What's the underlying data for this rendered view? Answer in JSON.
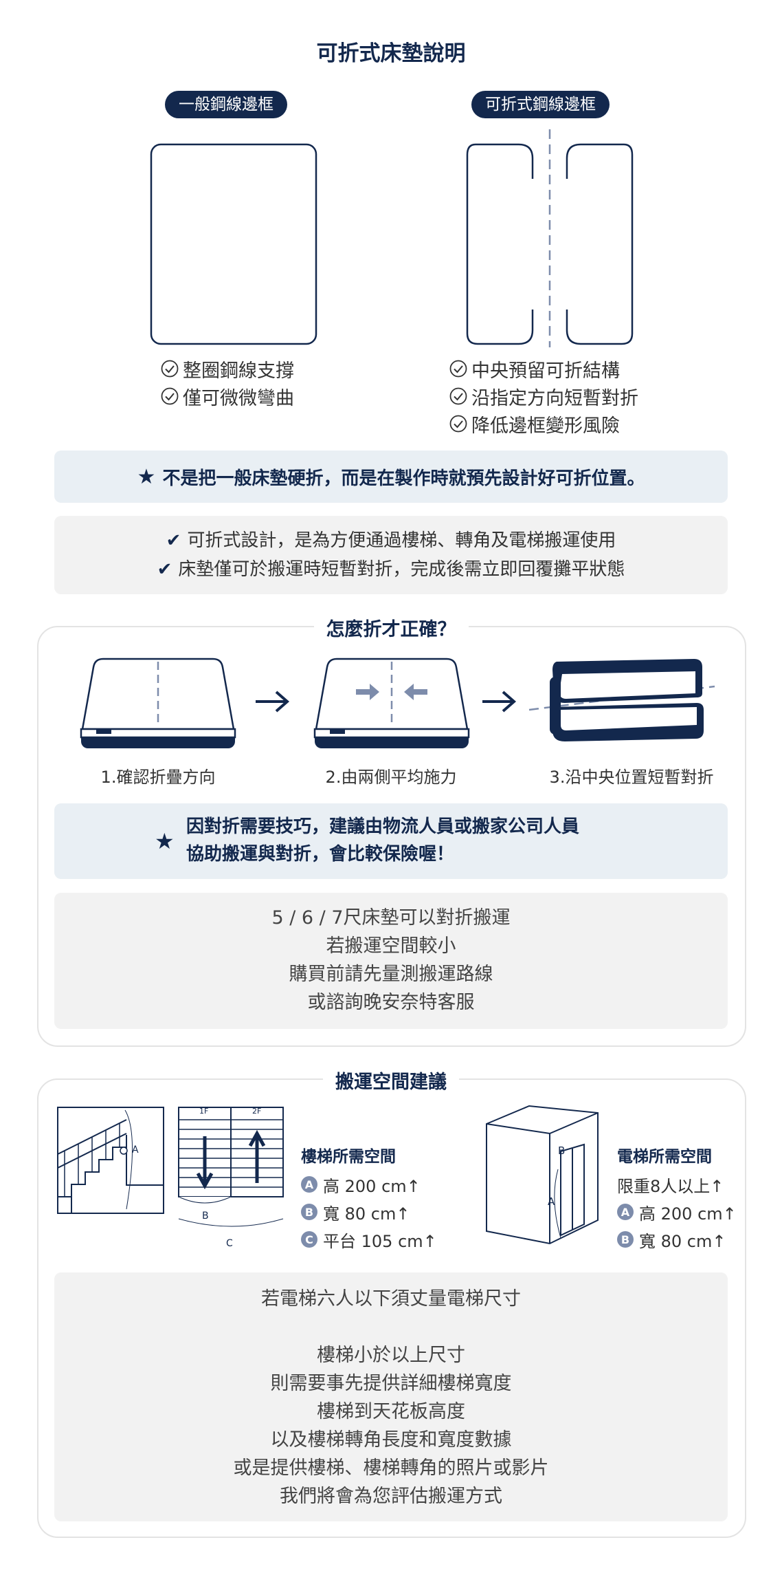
{
  "title": "可折式床墊說明",
  "compare": {
    "left_label": "一般鋼線邊框",
    "right_label": "可折式鋼線邊框",
    "left_points": [
      "整圈鋼線支撐",
      "僅可微微彎曲"
    ],
    "right_points": [
      "中央預留可折結構",
      "沿指定方向短暫對折",
      "降低邊框變形風險"
    ]
  },
  "note_star": "不是把一般床墊硬折，而是在製作時就預先設計好可折位置。",
  "notes_check": [
    "可折式設計，是為方便通過樓梯、轉角及電梯搬運使用",
    "床墊僅可於搬運時短暫對折，完成後需立即回覆攤平狀態"
  ],
  "folding": {
    "title": "怎麼折才正確？",
    "steps": [
      "1.確認折疊方向",
      "2.由兩側平均施力",
      "3.沿中央位置短暫對折"
    ],
    "tip_lines": [
      "因對折需要技巧，建議由物流人員或搬家公司人員",
      "協助搬運與對折，會比較保險喔！"
    ],
    "info_lines": [
      "5 / 6 / 7尺床墊可以對折搬運",
      "若搬運空間較小",
      "購買前請先量測搬運路線",
      "或諮詢晚安奈特客服"
    ]
  },
  "space": {
    "title": "搬運空間建議",
    "diagram_labels": {
      "a": "A",
      "b": "B",
      "c": "C",
      "floor1": "1F",
      "floor2": "2F"
    },
    "stairs": {
      "heading": "樓梯所需空間",
      "items": [
        {
          "badge": "A",
          "text": "高 200 cm↑"
        },
        {
          "badge": "B",
          "text": "寬 80 cm↑"
        },
        {
          "badge": "C",
          "text": "平台 105 cm↑"
        }
      ]
    },
    "elevator": {
      "heading": "電梯所需空間",
      "limit": "限重8人以上↑",
      "items": [
        {
          "badge": "A",
          "text": "高 200 cm↑"
        },
        {
          "badge": "B",
          "text": "寬 80 cm↑"
        }
      ]
    },
    "info_lines": [
      "若電梯六人以下須丈量電梯尺寸",
      "",
      "樓梯小於以上尺寸",
      "則需要事先提供詳細樓梯寬度",
      "樓梯到天花板高度",
      "以及樓梯轉角長度和寬度數據",
      "或是提供樓梯、樓梯轉角的照片或影片",
      "我們將會為您評估搬運方式"
    ]
  },
  "colors": {
    "navy": "#13284d",
    "dash": "#7d8cab",
    "light_band": "#e9eff4",
    "gray_band": "#f2f2f2"
  }
}
